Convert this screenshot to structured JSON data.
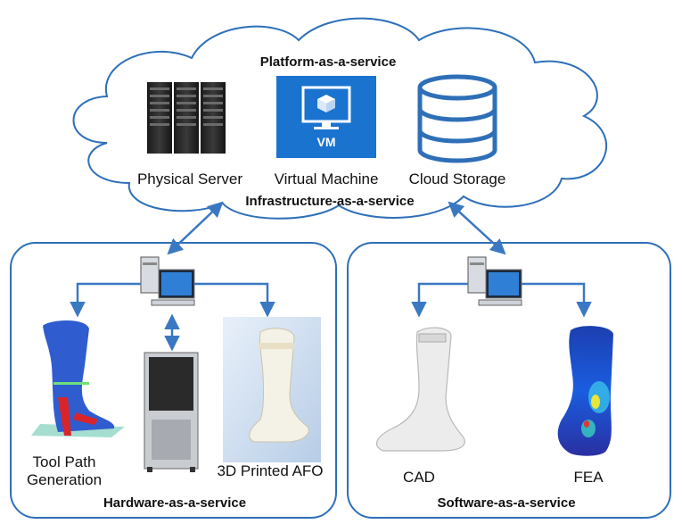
{
  "cloud": {
    "title": "Platform-as-a-service",
    "subtitle": "Infrastructure-as-a-service",
    "items": [
      {
        "label": "Physical Server",
        "icon": "server-rack-icon"
      },
      {
        "label": "Virtual Machine",
        "icon": "vm-icon",
        "badge": "VM"
      },
      {
        "label": "Cloud Storage",
        "icon": "database-icon"
      }
    ]
  },
  "hardware_panel": {
    "title": "Hardware-as-a-service",
    "items": [
      {
        "label_line1": "Tool Path",
        "label_line2": "Generation"
      },
      {
        "label": "3D Printed AFO"
      }
    ]
  },
  "software_panel": {
    "title": "Software-as-a-service",
    "items": [
      {
        "label": "CAD"
      },
      {
        "label": "FEA"
      }
    ]
  },
  "colors": {
    "line": "#3a78c2",
    "box_border": "#2e6fb8",
    "vm_tile": "#1a73cf"
  }
}
